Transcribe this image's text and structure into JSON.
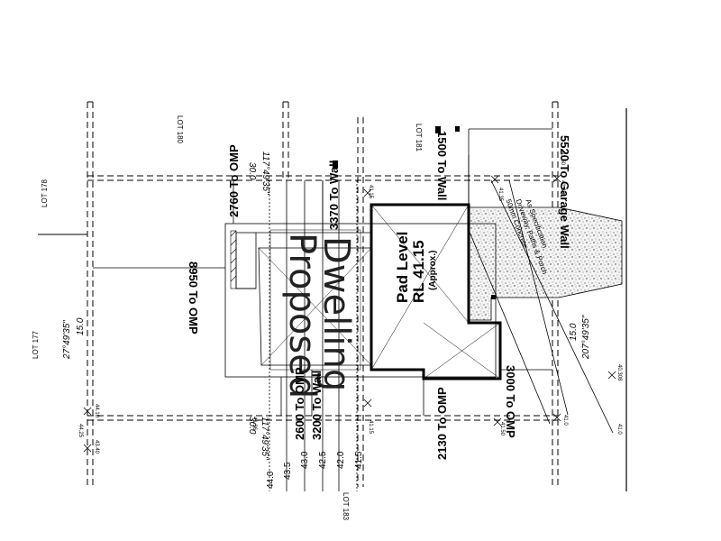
{
  "lots": {
    "lot_180": "LOT 180",
    "lot_181": "LOT 181",
    "lot_178": "LOT 178",
    "lot_177": "LOT 177",
    "lot_183": "LOT 183"
  },
  "dwelling": {
    "line1": "Proposed",
    "line2": "Dwelling"
  },
  "pad": {
    "line1": "Pad Level",
    "line2": "RL 41.15",
    "line3": "(Approx.)"
  },
  "driveway_note": {
    "line1": "50mm Concrete",
    "line2": "Driveway, Paths & Porch",
    "line3": "As Specification"
  },
  "dimensions": {
    "to_garage_wall": "5520 To Garage Wall",
    "wall_1500": "1500 To Wall",
    "omp_2760": "2760 To OMP",
    "wall_3370": "3370 To Wall",
    "omp_8950": "8950 To OMP",
    "omp_2600": "2600 To OMP",
    "wall_3200": "3200 To Wall",
    "omp_2130": "2130 To OMP",
    "omp_3000": "3000 To OMP"
  },
  "boundary": {
    "top_length": "30.0",
    "top_bearing": "117°49'35\"",
    "left_bearing": "27°49'35\"",
    "left_length": "15.0",
    "right_length": "15.0",
    "right_bearing": "207°49'35\"",
    "bottom_length": "30.0",
    "bottom_bearing": "117°49'35\""
  },
  "contours": [
    "44.0",
    "43.5",
    "43.0",
    "42.5",
    "42.0",
    "41.5"
  ],
  "levels": {
    "l4115_a": "41.15",
    "l4115_b": "41.15",
    "l4135": "41.35",
    "l4030": "40.308",
    "l4150": "41.50",
    "l4375": "41.35",
    "l4340": "43.40",
    "l4410": "44.10",
    "l4425": "44.25",
    "l4230": "41.50",
    "l4110": "41.0",
    "l410": "41.0",
    "l4136": "41.36"
  }
}
